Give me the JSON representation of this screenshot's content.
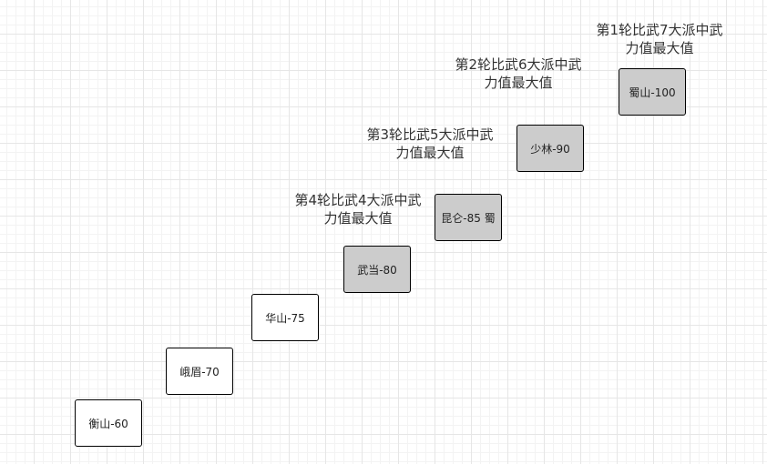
{
  "nodes": [
    {
      "text": "衡山-60",
      "style": "plain"
    },
    {
      "text": "峨眉-70",
      "style": "plain"
    },
    {
      "text": "华山-75",
      "style": "plain"
    },
    {
      "text": "武当-80",
      "style": "gray"
    },
    {
      "text": "昆仑-85 蜀",
      "style": "gray"
    },
    {
      "text": "少林-90",
      "style": "gray"
    },
    {
      "text": "蜀山-100",
      "style": "gray"
    }
  ],
  "labels": [
    {
      "line1": "第1轮比武7大派中武",
      "line2": "力值最大值"
    },
    {
      "line1": "第2轮比武6大派中武",
      "line2": "力值最大值"
    },
    {
      "line1": "第3轮比武5大派中武",
      "line2": "力值最大值"
    },
    {
      "line1": "第4轮比武4大派中武",
      "line2": "力值最大值"
    }
  ],
  "colors": {
    "grid_major": "#e6e6e6",
    "grid_minor": "#f3f3f3",
    "highlight_fill": "#cccccc",
    "plain_fill": "#ffffff"
  }
}
